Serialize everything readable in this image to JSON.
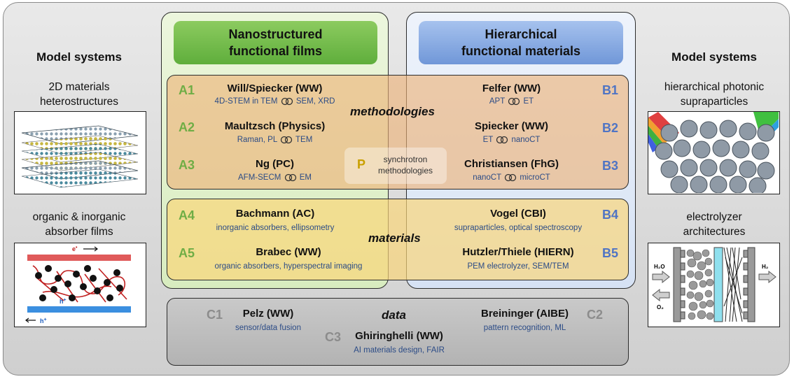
{
  "left": {
    "title": "Model systems",
    "item1": "2D materials heterostructures",
    "item2": "organic & inorganic absorber films",
    "item1_lines": [
      "2D materials",
      "heterostructures"
    ],
    "item2_lines": [
      "organic & inorganic",
      "absorber films"
    ],
    "item2_labels": {
      "e": "e",
      "e_sup": "•",
      "h": "h",
      "h_sup": "+"
    }
  },
  "right": {
    "title": "Model systems",
    "item1_lines": [
      "hierarchical photonic",
      "supraparticles"
    ],
    "item2_lines": [
      "electrolyzer",
      "architectures"
    ],
    "item2_labels": {
      "h2o": "H₂O",
      "o2": "O₂",
      "h2": "H₂"
    }
  },
  "columns": {
    "green": {
      "lines": [
        "Nanostructured",
        "functional films"
      ]
    },
    "blue": {
      "lines": [
        "Hierarchical",
        "functional materials"
      ]
    }
  },
  "bands": {
    "methodologies": "methodologies",
    "materials": "materials",
    "data": "data"
  },
  "synchrotron": {
    "code": "P",
    "lines": [
      "synchrotron",
      "methodologies"
    ]
  },
  "projects": {
    "A1": {
      "code": "A1",
      "name": "Will/Spiecker (WW)",
      "pre": "4D-STEM in TEM",
      "post": "SEM, XRD"
    },
    "A2": {
      "code": "A2",
      "name": "Maultzsch (Physics)",
      "pre": "Raman, PL",
      "post": "TEM"
    },
    "A3": {
      "code": "A3",
      "name": "Ng (PC)",
      "pre": "AFM-SECM",
      "post": "EM"
    },
    "A4": {
      "code": "A4",
      "name": "Bachmann (AC)",
      "sub": "inorganic absorbers, ellipsometry"
    },
    "A5": {
      "code": "A5",
      "name": "Brabec (WW)",
      "sub": "organic absorbers, hyperspectral imaging"
    },
    "B1": {
      "code": "B1",
      "name": "Felfer (WW)",
      "pre": "APT",
      "post": "ET"
    },
    "B2": {
      "code": "B2",
      "name": "Spiecker (WW)",
      "pre": "ET",
      "post": "nanoCT"
    },
    "B3": {
      "code": "B3",
      "name": "Christiansen (FhG)",
      "pre": "nanoCT",
      "post": "microCT"
    },
    "B4": {
      "code": "B4",
      "name": "Vogel (CBI)",
      "sub": "supraparticles, optical spectroscopy"
    },
    "B5": {
      "code": "B5",
      "name": "Hutzler/Thiele (HIERN)",
      "sub": "PEM electrolyzer, SEM/TEM"
    },
    "C1": {
      "code": "C1",
      "name": "Pelz (WW)",
      "sub": "sensor/data fusion"
    },
    "C2": {
      "code": "C2",
      "name": "Breininger (AIBE)",
      "sub": "pattern recognition, ML"
    },
    "C3": {
      "code": "C3",
      "name": "Ghiringhelli (WW)",
      "sub": "AI materials design, FAIR"
    }
  },
  "colors": {
    "green_accent": "#6fad45",
    "blue_accent": "#4f74c4",
    "gray_accent": "#8c8c8c",
    "synchrotron_accent": "#c9a000",
    "subtext": "#2b4b86"
  }
}
